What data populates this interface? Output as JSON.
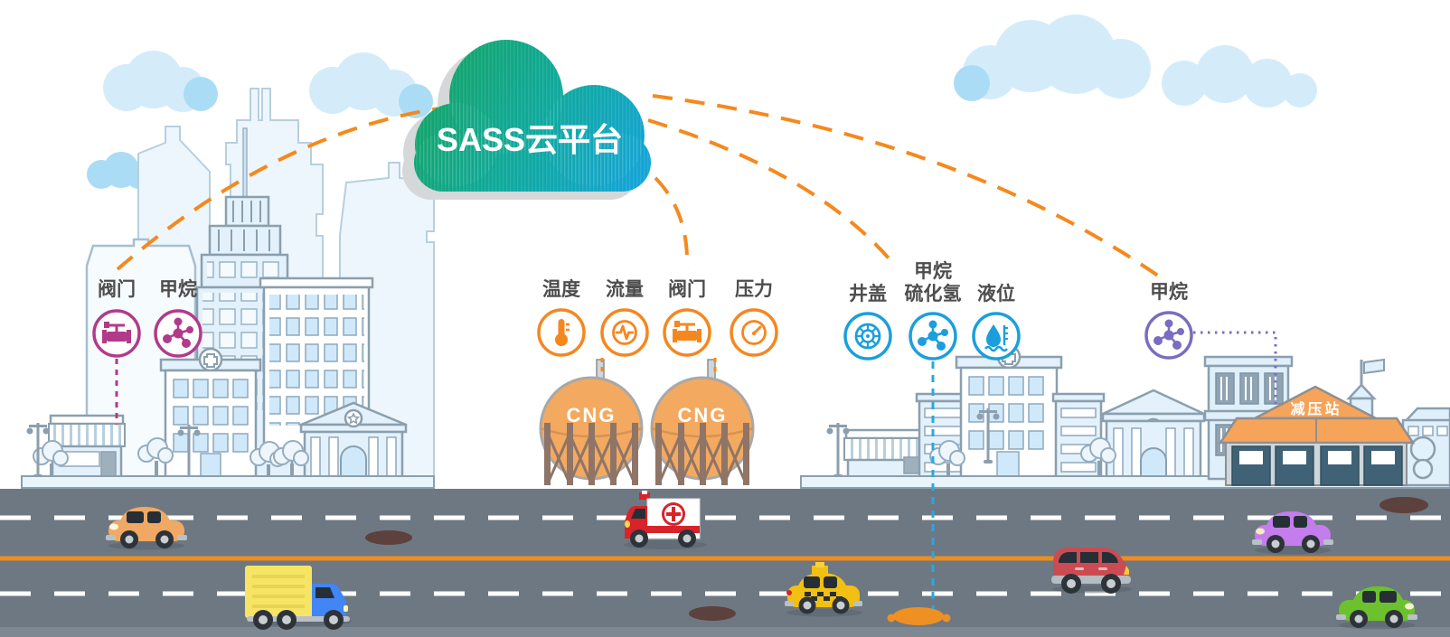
{
  "cloud": {
    "title": "SASS云平台"
  },
  "sensor_groups": [
    {
      "id": "city-building",
      "color": "#b23a8a",
      "sensors": [
        {
          "label": "阀门",
          "icon": "valve"
        },
        {
          "label": "甲烷",
          "icon": "molecule"
        }
      ]
    },
    {
      "id": "cng-station",
      "color": "#f5871f",
      "sensors": [
        {
          "label": "温度",
          "icon": "thermometer"
        },
        {
          "label": "流量",
          "icon": "flow"
        },
        {
          "label": "阀门",
          "icon": "valve"
        },
        {
          "label": "压力",
          "icon": "gauge"
        }
      ]
    },
    {
      "id": "underground",
      "color": "#1b9fdc",
      "sensors": [
        {
          "label": "井盖",
          "icon": "manhole"
        },
        {
          "label": "甲烷",
          "label_line2": "硫化氢",
          "icon": "molecule"
        },
        {
          "label": "液位",
          "icon": "level"
        }
      ]
    },
    {
      "id": "pressure-station",
      "color": "#7b6cc2",
      "sensors": [
        {
          "label": "甲烷",
          "icon": "molecule"
        }
      ]
    }
  ],
  "tanks": {
    "tank1_label": "CNG",
    "tank2_label": "CNG"
  },
  "buildings": {
    "pressure_station": "减压站"
  },
  "colors": {
    "road": "#6d7883",
    "link_line": "#f5891d",
    "cloud_green": "#14a463",
    "cloud_blue": "#14a3e2"
  }
}
